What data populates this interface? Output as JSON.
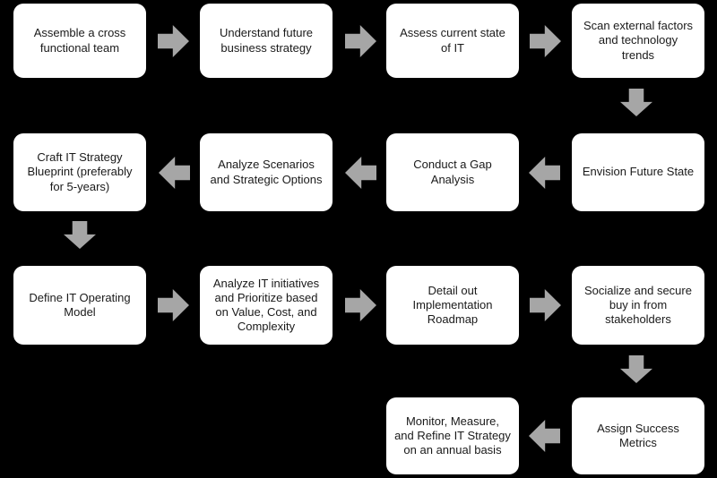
{
  "diagram": {
    "type": "flowchart",
    "colors": {
      "background": "#000000",
      "box-fill": "#ffffff",
      "box-text": "#1a1a1a",
      "arrow": "#a6a6a6"
    },
    "steps": [
      {
        "label": "Assemble a cross\nfunctional team"
      },
      {
        "label": "Understand future\nbusiness strategy"
      },
      {
        "label": "Assess current state\nof IT"
      },
      {
        "label": "Scan external factors\nand technology\ntrends"
      },
      {
        "label": "Envision Future State"
      },
      {
        "label": "Conduct a Gap\nAnalysis"
      },
      {
        "label": "Analyze Scenarios\nand Strategic Options"
      },
      {
        "label": "Craft IT Strategy\nBlueprint (preferably\nfor 5-years)"
      },
      {
        "label": "Define IT Operating\nModel"
      },
      {
        "label": "Analyze IT initiatives\nand Prioritize based\non Value, Cost, and\nComplexity"
      },
      {
        "label": "Detail out\nImplementation\nRoadmap"
      },
      {
        "label": "Socialize and secure\nbuy in from\nstakeholders"
      },
      {
        "label": "Assign Success\nMetrics"
      },
      {
        "label": "Monitor, Measure,\nand Refine IT Strategy\non an annual basis"
      }
    ],
    "arrows": [
      "right",
      "right",
      "right",
      "down",
      "left",
      "left",
      "left",
      "down",
      "right",
      "right",
      "right",
      "down",
      "left"
    ]
  }
}
